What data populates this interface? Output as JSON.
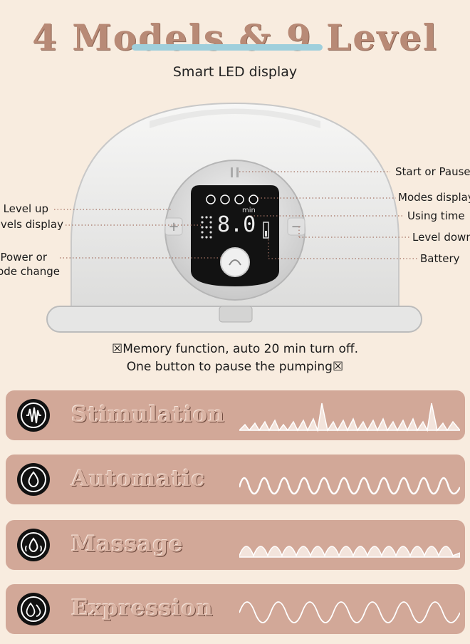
{
  "header": {
    "title": "4 Models & 9 Level",
    "subtitle": "Smart LED display"
  },
  "callouts": {
    "start_pause": "Start or Pause",
    "modes_display": "Modes display",
    "using_time": "Using time",
    "level_down": "Level down",
    "battery": "Battery",
    "level_up": "Level up",
    "levels_display": "Levels display",
    "power_line1": "Power or",
    "power_line2": "Mode change"
  },
  "display": {
    "unit": "min",
    "digits": "8.0"
  },
  "notes": {
    "line1": "☒Memory function, auto 20 min turn off.",
    "line2": "One button to pause the pumping☒"
  },
  "modes": [
    {
      "label": "Stimulation",
      "icon": "stimulation-wave-icon"
    },
    {
      "label": "Automatic",
      "icon": "drop-icon"
    },
    {
      "label": "Massage",
      "icon": "drop-massage-icon"
    },
    {
      "label": "Expression",
      "icon": "double-drop-icon"
    }
  ],
  "colors": {
    "background": "#f8ecdf",
    "title": "#b88a76",
    "underline": "#9fcfdc",
    "panel": "#d2a898"
  }
}
